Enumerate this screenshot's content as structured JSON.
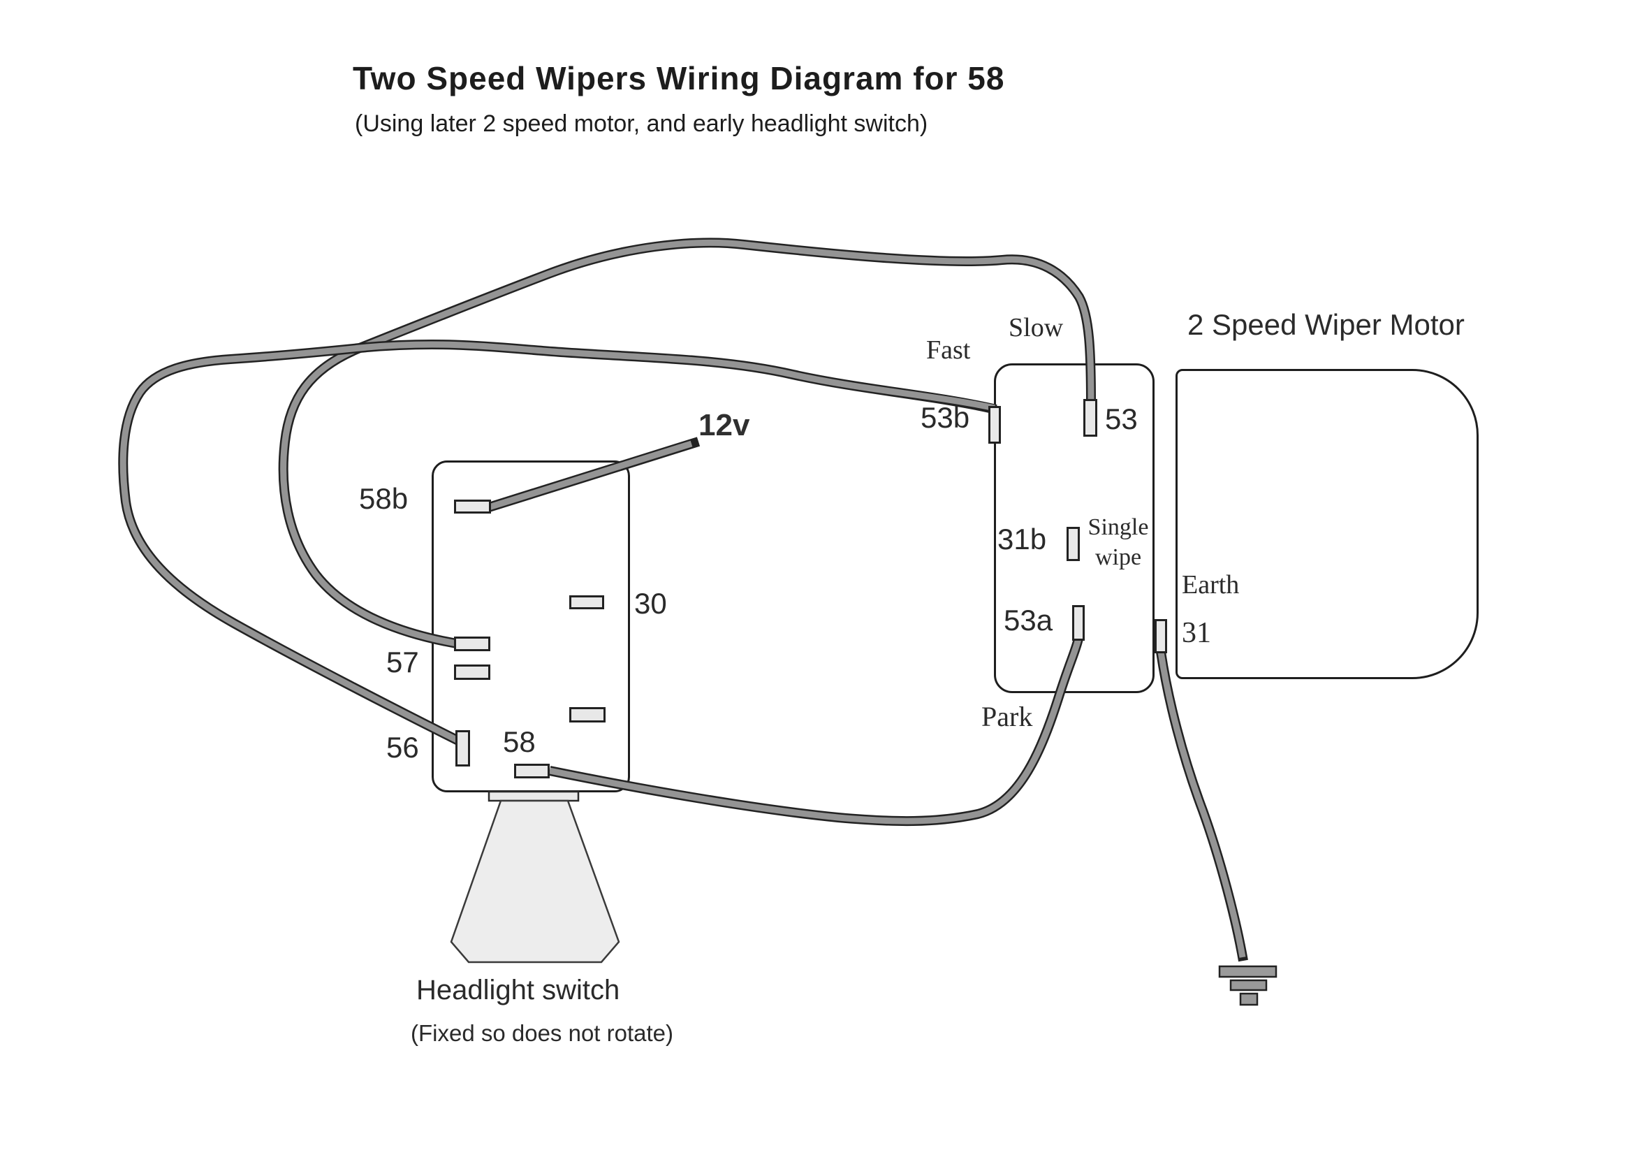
{
  "title": "Two Speed Wipers Wiring Diagram for 58",
  "subtitle": "(Using later 2 speed motor, and early headlight switch)",
  "motor": {
    "label": "2 Speed Wiper Motor"
  },
  "connector": {
    "fast": "Fast",
    "slow": "Slow",
    "t53b": "53b",
    "t53": "53",
    "t31b": "31b",
    "single_wipe": "Single\nwipe",
    "t53a": "53a",
    "earth": "Earth",
    "t31": "31",
    "park": "Park"
  },
  "headlight_switch": {
    "t58b": "58b",
    "t57": "57",
    "t56": "56",
    "t58": "58",
    "t30": "30",
    "supply": "12v",
    "caption": "Headlight switch",
    "caption_note": "(Fixed so does not rotate)"
  },
  "colors": {
    "wire_fill": "#949494",
    "wire_outline": "#222222",
    "line": "#1e1e1e",
    "terminal_fill": "#e8e8e8",
    "knob_fill": "#ededed",
    "background": "#ffffff"
  }
}
